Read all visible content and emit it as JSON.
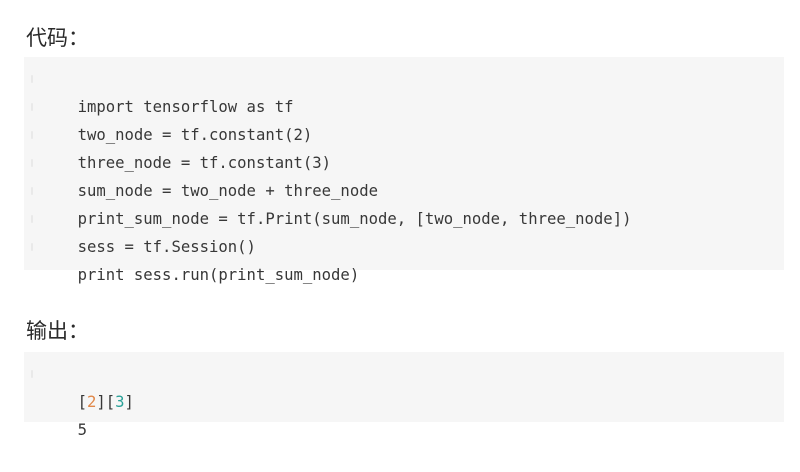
{
  "sections": {
    "code_heading": "代码：",
    "output_heading": "输出："
  },
  "code_lines": [
    "import tensorflow as tf",
    "two_node = tf.constant(2)",
    "three_node = tf.constant(3)",
    "sum_node = two_node + three_node",
    "print_sum_node = tf.Print(sum_node, [two_node, three_node])",
    "sess = tf.Session()",
    "print sess.run(print_sum_node)"
  ],
  "output": {
    "line1": {
      "open1": "[",
      "value1": "2",
      "close1": "]",
      "open2": "[",
      "value2": "3",
      "close2": "]"
    },
    "line2": "5"
  },
  "colors": {
    "code_background": "#f6f6f6",
    "text": "#383838",
    "number_orange": "#e0884a",
    "number_teal": "#2aa198"
  }
}
